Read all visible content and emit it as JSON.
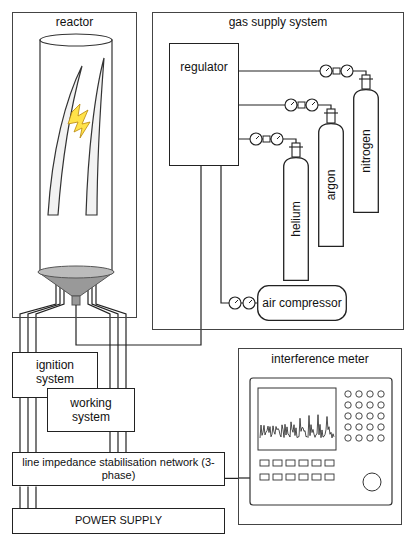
{
  "diagram": {
    "nodes": [
      {
        "text": [
          "reactor"
        ]
      },
      {
        "text": [
          "gas supply system"
        ]
      },
      {
        "text": [
          "regulator"
        ],
        "in": 1
      },
      {
        "text": [
          "helium"
        ],
        "in": 1
      },
      {
        "text": [
          "argon"
        ],
        "in": 1
      },
      {
        "text": [
          "nitrogen"
        ],
        "in": 1
      },
      {
        "text": [
          "air compressor"
        ],
        "in": 1
      },
      {
        "text": [
          "ignition system"
        ]
      },
      {
        "text": [
          "working system"
        ]
      },
      {
        "text": [
          "line impedance stabilisation network (3-phase)"
        ]
      },
      {
        "text": [
          "POWER SUPPLY"
        ]
      },
      {
        "text": [
          "interference meter"
        ]
      }
    ],
    "edges": [
      {
        "from": 2,
        "to": 3,
        "arrow": "none"
      },
      {
        "from": 2,
        "to": 4,
        "arrow": "none"
      },
      {
        "from": 2,
        "to": 5,
        "arrow": "none"
      },
      {
        "from": 2,
        "to": 6,
        "arrow": "none"
      },
      {
        "from": 2,
        "to": 0,
        "arrow": "none"
      },
      {
        "from": 0,
        "to": 7,
        "arrow": "none"
      },
      {
        "from": 0,
        "to": 8,
        "arrow": "none"
      },
      {
        "from": 7,
        "to": 9,
        "arrow": "none"
      },
      {
        "from": 8,
        "to": 9,
        "arrow": "none"
      },
      {
        "from": 9,
        "to": 10,
        "arrow": "none"
      },
      {
        "from": 9,
        "to": 11,
        "arrow": "none"
      }
    ]
  }
}
